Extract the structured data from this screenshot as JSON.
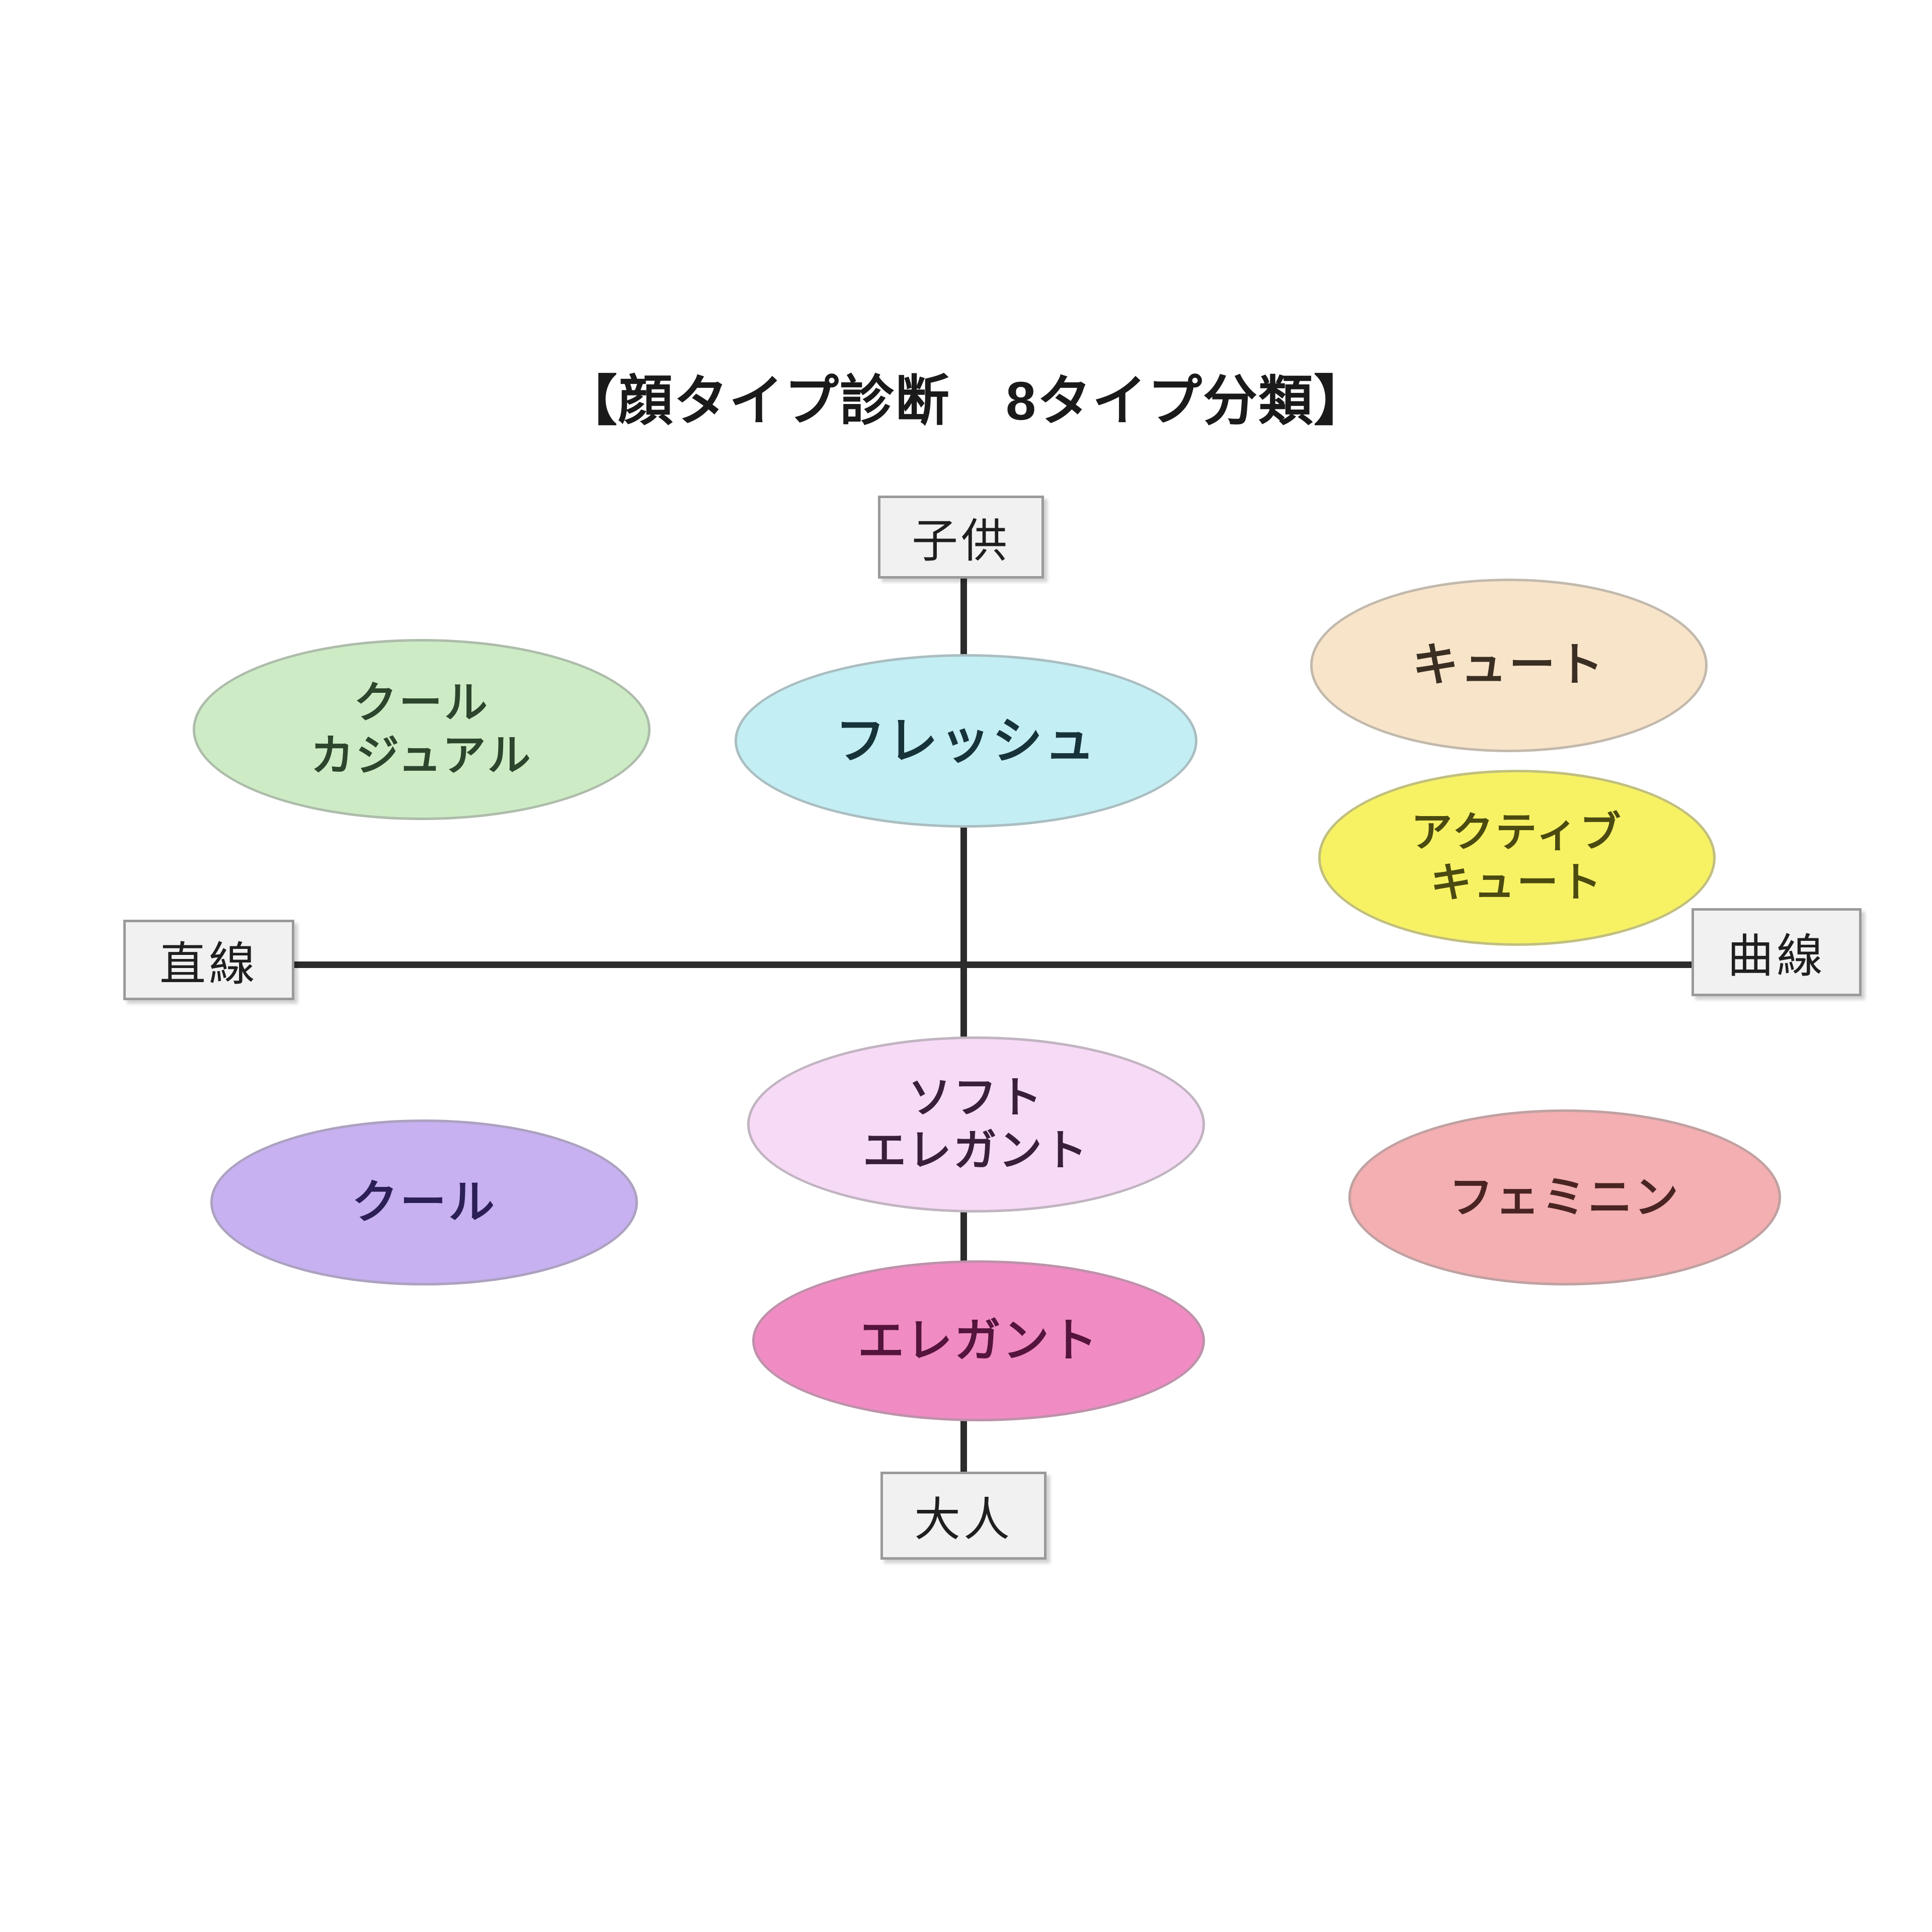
{
  "title": "【顔タイプ診断　8タイプ分類】",
  "axes": {
    "top_label": "子供",
    "bottom_label": "大人",
    "left_label": "直線",
    "right_label": "曲線"
  },
  "nodes": [
    {
      "id": "cool-casual",
      "lines": [
        "クール",
        "カジュアル"
      ],
      "fill": "#cdecc5",
      "text_color": "#2c452c"
    },
    {
      "id": "fresh",
      "lines": [
        "フレッシュ"
      ],
      "fill": "#c3eef3",
      "text_color": "#17333a"
    },
    {
      "id": "cute",
      "lines": [
        "キュート"
      ],
      "fill": "#f8e4c9",
      "text_color": "#3a2f22"
    },
    {
      "id": "active-cute",
      "lines": [
        "アクティブ",
        "キュート"
      ],
      "fill": "#f7f264",
      "text_color": "#4b4a10"
    },
    {
      "id": "cool",
      "lines": [
        "クール"
      ],
      "fill": "#c7b1f1",
      "text_color": "#2c1f56"
    },
    {
      "id": "soft-elegant",
      "lines": [
        "ソフト",
        "エレガント"
      ],
      "fill": "#f7daf5",
      "text_color": "#3a1f3a"
    },
    {
      "id": "elegant",
      "lines": [
        "エレガント"
      ],
      "fill": "#f08cc3",
      "text_color": "#54143c"
    },
    {
      "id": "feminine",
      "lines": [
        "フェミニン"
      ],
      "fill": "#f3afb1",
      "text_color": "#4a2423"
    }
  ],
  "chart_data": {
    "type": "scatter",
    "title": "【顔タイプ診断　8タイプ分類】",
    "xlabel": "直線 ↔ 曲線",
    "ylabel": "子供 ↔ 大人",
    "x_axis_left": "直線",
    "x_axis_right": "曲線",
    "y_axis_top": "子供",
    "y_axis_bottom": "大人",
    "grid": false,
    "legend": "none",
    "points": [
      {
        "label": "クール\nカジュアル",
        "quadrant": "upper-left",
        "color": "#cdecc5"
      },
      {
        "label": "フレッシュ",
        "quadrant": "upper-center",
        "color": "#c3eef3"
      },
      {
        "label": "キュート",
        "quadrant": "upper-right",
        "color": "#f8e4c9"
      },
      {
        "label": "アクティブ\nキュート",
        "quadrant": "upper-right",
        "color": "#f7f264"
      },
      {
        "label": "クール",
        "quadrant": "lower-left",
        "color": "#c7b1f1"
      },
      {
        "label": "ソフト\nエレガント",
        "quadrant": "lower-center",
        "color": "#f7daf5"
      },
      {
        "label": "エレガント",
        "quadrant": "lower-center",
        "color": "#f08cc3"
      },
      {
        "label": "フェミニン",
        "quadrant": "lower-right",
        "color": "#f3afb1"
      }
    ]
  }
}
